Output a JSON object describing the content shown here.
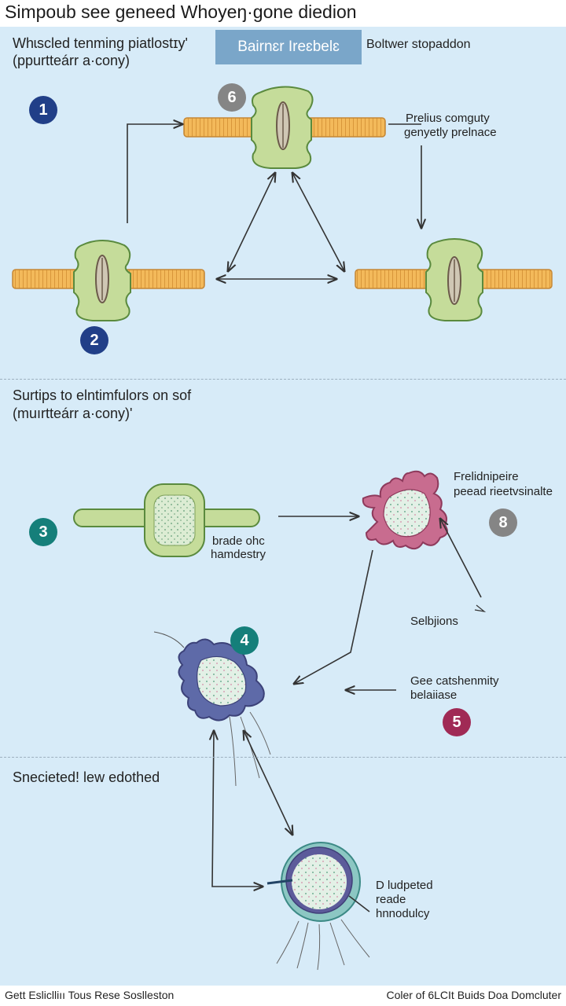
{
  "title": "Simpoub see geneed Whoyeŋ·gone diedion",
  "banner": "Bairnɛr Ireɛbelɛ",
  "header_note": "Boltwer stopaddon",
  "section1": {
    "label_line1": "Whɩscled tenming piatlostɪy'",
    "label_line2": "(ppurtteárr a·cony)"
  },
  "section2": {
    "label_line1": "Surtips to elntimfulors on sof",
    "label_line2": "(muırtteárr a·cony)'"
  },
  "section3": {
    "label": "Snecieted! lew edothed"
  },
  "notes": {
    "top_right_line1": "Prelius comguty",
    "top_right_line2": "genyetly prelnace",
    "cell_body_line1": "brade ohc",
    "cell_body_line2": "hamdestry",
    "right_cell_line1": "Frelidnipeire",
    "right_cell_line2": "peead rieetvsinalte",
    "selections": "Selbjions",
    "gee_line1": "Gee catshenmity",
    "gee_line2": "belaiiase",
    "bottom_line1": "D ludpeted",
    "bottom_line2": "reade",
    "bottom_line3": "hnnodulcy"
  },
  "badges": {
    "one": "1",
    "two": "2",
    "three": "3",
    "four": "4",
    "five": "5",
    "six": "6",
    "eight": "8"
  },
  "footer": {
    "left": "Gett Esliclliıı Tous Rese Soslleston",
    "right": "Coler of 6LCIt Buids Doa Domcluter"
  },
  "colors": {
    "background": "#d7ebf8",
    "rod": "#f3b95a",
    "cell_green": "#c5dc9a",
    "membrane_pink": "#b4577a",
    "membrane_purple": "#4d4f8f",
    "badge_navy": "#213f88",
    "badge_teal": "#157f7a",
    "badge_gray": "#858585",
    "badge_rose": "#a02a55"
  },
  "icons": [
    "arrow-icon",
    "receptor-protein-icon",
    "stellate-cell-icon",
    "round-cell-icon"
  ]
}
